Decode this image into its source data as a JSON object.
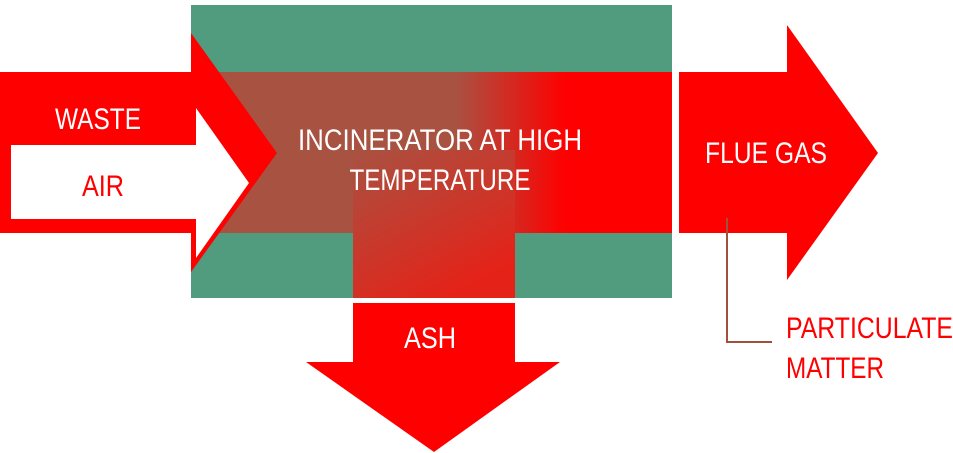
{
  "labels": {
    "waste": "WASTE",
    "air": "AIR",
    "incinerator_line1": "INCINERATOR AT HIGH",
    "incinerator_line2": "TEMPERATURE",
    "flue_gas": "FLUE GAS",
    "ash": "ASH",
    "particulate_line1": "PARTICULATE",
    "particulate_line2": "MATTER"
  },
  "colors": {
    "red": "#ff0000",
    "green": "#519c7e",
    "brown": "#a85242",
    "leader": "#a0503c",
    "white": "#ffffff"
  }
}
